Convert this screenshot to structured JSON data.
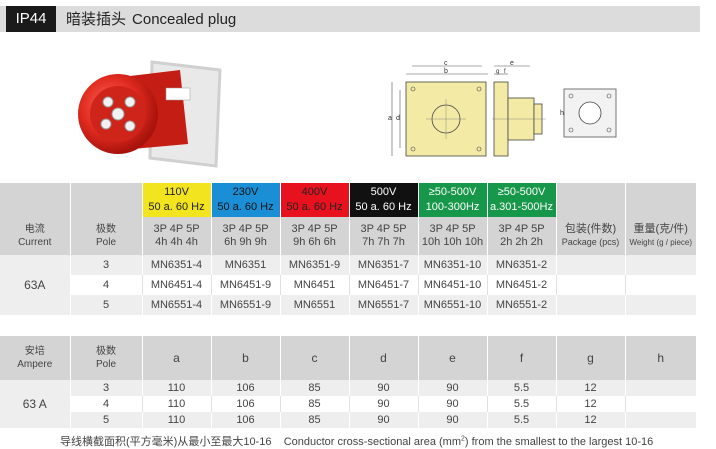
{
  "header": {
    "badge": "IP44",
    "title_cn": "暗装插头",
    "title_en": "Concealed plug"
  },
  "colors": {
    "yellow": "#f2e51f",
    "blue": "#1a8fd6",
    "red": "#e8121e",
    "black": "#111111",
    "green": "#17974a",
    "header_gray": "#d4d4d4",
    "row_gray": "#eeeeee"
  },
  "drawing_labels": [
    "a",
    "b",
    "c",
    "d",
    "e",
    "f",
    "g",
    "h"
  ],
  "voltages": [
    {
      "v": "110V",
      "f": "50 a. 60 Hz",
      "bg": "#f2e51f",
      "fg": "#222222"
    },
    {
      "v": "230V",
      "f": "50 a. 60 Hz",
      "bg": "#1a8fd6",
      "fg": "#111111"
    },
    {
      "v": "400V",
      "f": "50 a. 60 Hz",
      "bg": "#e8121e",
      "fg": "#222222"
    },
    {
      "v": "500V",
      "f": "50 a. 60 Hz",
      "bg": "#111111",
      "fg": "#ffffff"
    },
    {
      "v": "≥50-500V",
      "f": "100-300Hz",
      "bg": "#17974a",
      "fg": "#ffffff"
    },
    {
      "v": "≥50-500V",
      "f": "a.301-500Hz",
      "bg": "#17974a",
      "fg": "#ffffff"
    }
  ],
  "table1": {
    "current_cn": "电流",
    "current_en": "Current",
    "pole_cn": "极数",
    "pole_en": "Pole",
    "package_cn": "包装(件数)",
    "package_en": "Package (pcs)",
    "weight_cn": "重量(克/件)",
    "weight_en": "Weight (g / piece)",
    "pole_headers": [
      {
        "l1": "3P   4P   5P",
        "l2": "4h   4h   4h"
      },
      {
        "l1": "3P   4P   5P",
        "l2": "6h   9h   9h"
      },
      {
        "l1": "3P   4P   5P",
        "l2": "9h   6h   6h"
      },
      {
        "l1": "3P   4P   5P",
        "l2": "7h   7h   7h"
      },
      {
        "l1": "3P   4P   5P",
        "l2": "10h 10h 10h"
      },
      {
        "l1": "3P   4P   5P",
        "l2": "2h  2h  2h"
      }
    ],
    "amp": "63A",
    "rows": [
      {
        "pole": "3",
        "codes": [
          "MN6351-4",
          "MN6351",
          "MN6351-9",
          "MN6351-7",
          "MN6351-10",
          "MN6351-2"
        ]
      },
      {
        "pole": "4",
        "codes": [
          "MN6451-4",
          "MN6451-9",
          "MN6451",
          "MN6451-7",
          "MN6451-10",
          "MN6451-2"
        ]
      },
      {
        "pole": "5",
        "codes": [
          "MN6551-4",
          "MN6551-9",
          "MN6551",
          "MN6551-7",
          "MN6551-10",
          "MN6551-2"
        ]
      }
    ]
  },
  "table2": {
    "ampere_cn": "安培",
    "ampere_en": "Ampere",
    "pole_cn": "极数",
    "pole_en": "Pole",
    "dims": [
      "a",
      "b",
      "c",
      "d",
      "e",
      "f",
      "g",
      "h"
    ],
    "amp": "63 A",
    "rows": [
      {
        "pole": "3",
        "vals": [
          "110",
          "106",
          "85",
          "90",
          "90",
          "5.5",
          "12",
          ""
        ]
      },
      {
        "pole": "4",
        "vals": [
          "110",
          "106",
          "85",
          "90",
          "90",
          "5.5",
          "12",
          ""
        ]
      },
      {
        "pole": "5",
        "vals": [
          "110",
          "106",
          "85",
          "90",
          "90",
          "5.5",
          "12",
          ""
        ]
      }
    ]
  },
  "footnote": {
    "cn": "导线横截面积(平方毫米)从最小至最大10-16",
    "en_before": "Conductor cross-sectional area (mm",
    "en_sup": "2",
    "en_after": ") from the smallest to the largest 10-16"
  }
}
